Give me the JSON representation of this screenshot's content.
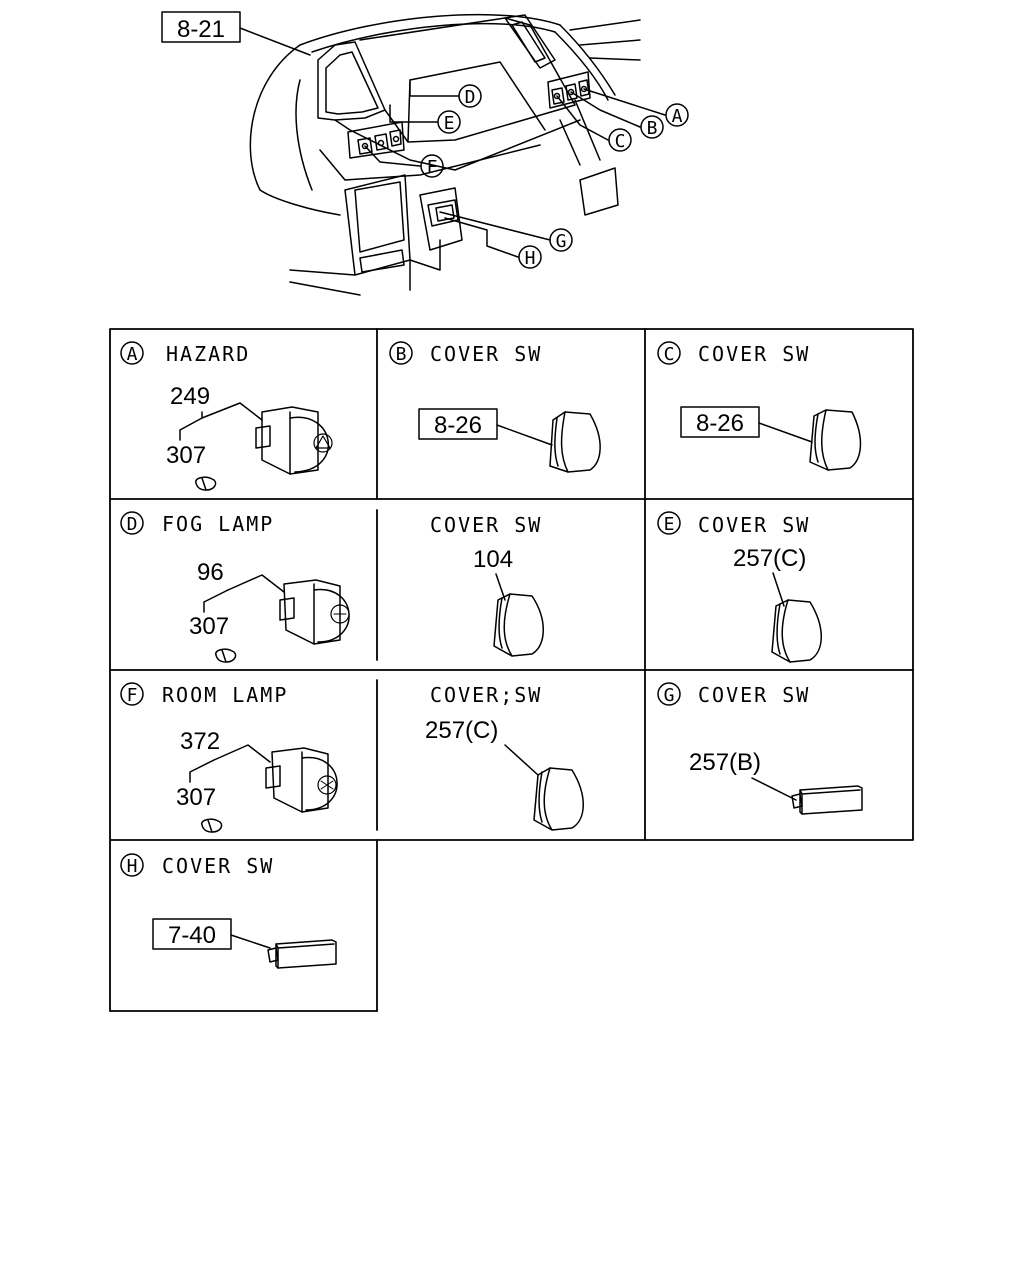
{
  "overview": {
    "ref": "8-21",
    "callouts": {
      "A": "A",
      "B": "B",
      "C": "C",
      "D": "D",
      "E": "E",
      "F": "F",
      "G": "G",
      "H": "H"
    }
  },
  "cells": [
    {
      "letter": "A",
      "title": "HAZARD",
      "labels": [
        "249",
        "307"
      ]
    },
    {
      "letter": "B",
      "title": "COVER SW",
      "ref": "8-26"
    },
    {
      "letter": "C",
      "title": "COVER SW",
      "ref": "8-26"
    },
    {
      "letter": "D",
      "title": "FOG LAMP",
      "labels": [
        "96",
        "307"
      ]
    },
    {
      "letter": "",
      "title": "COVER SW",
      "labels": [
        "104"
      ]
    },
    {
      "letter": "E",
      "title": "COVER SW",
      "labels": [
        "257(C)"
      ]
    },
    {
      "letter": "F",
      "title": "ROOM LAMP",
      "labels": [
        "372",
        "307"
      ]
    },
    {
      "letter": "",
      "title": "COVER;SW",
      "labels": [
        "257(C)"
      ]
    },
    {
      "letter": "G",
      "title": "COVER SW",
      "labels": [
        "257(B)"
      ]
    },
    {
      "letter": "H",
      "title": "COVER SW",
      "ref": "7-40"
    }
  ]
}
